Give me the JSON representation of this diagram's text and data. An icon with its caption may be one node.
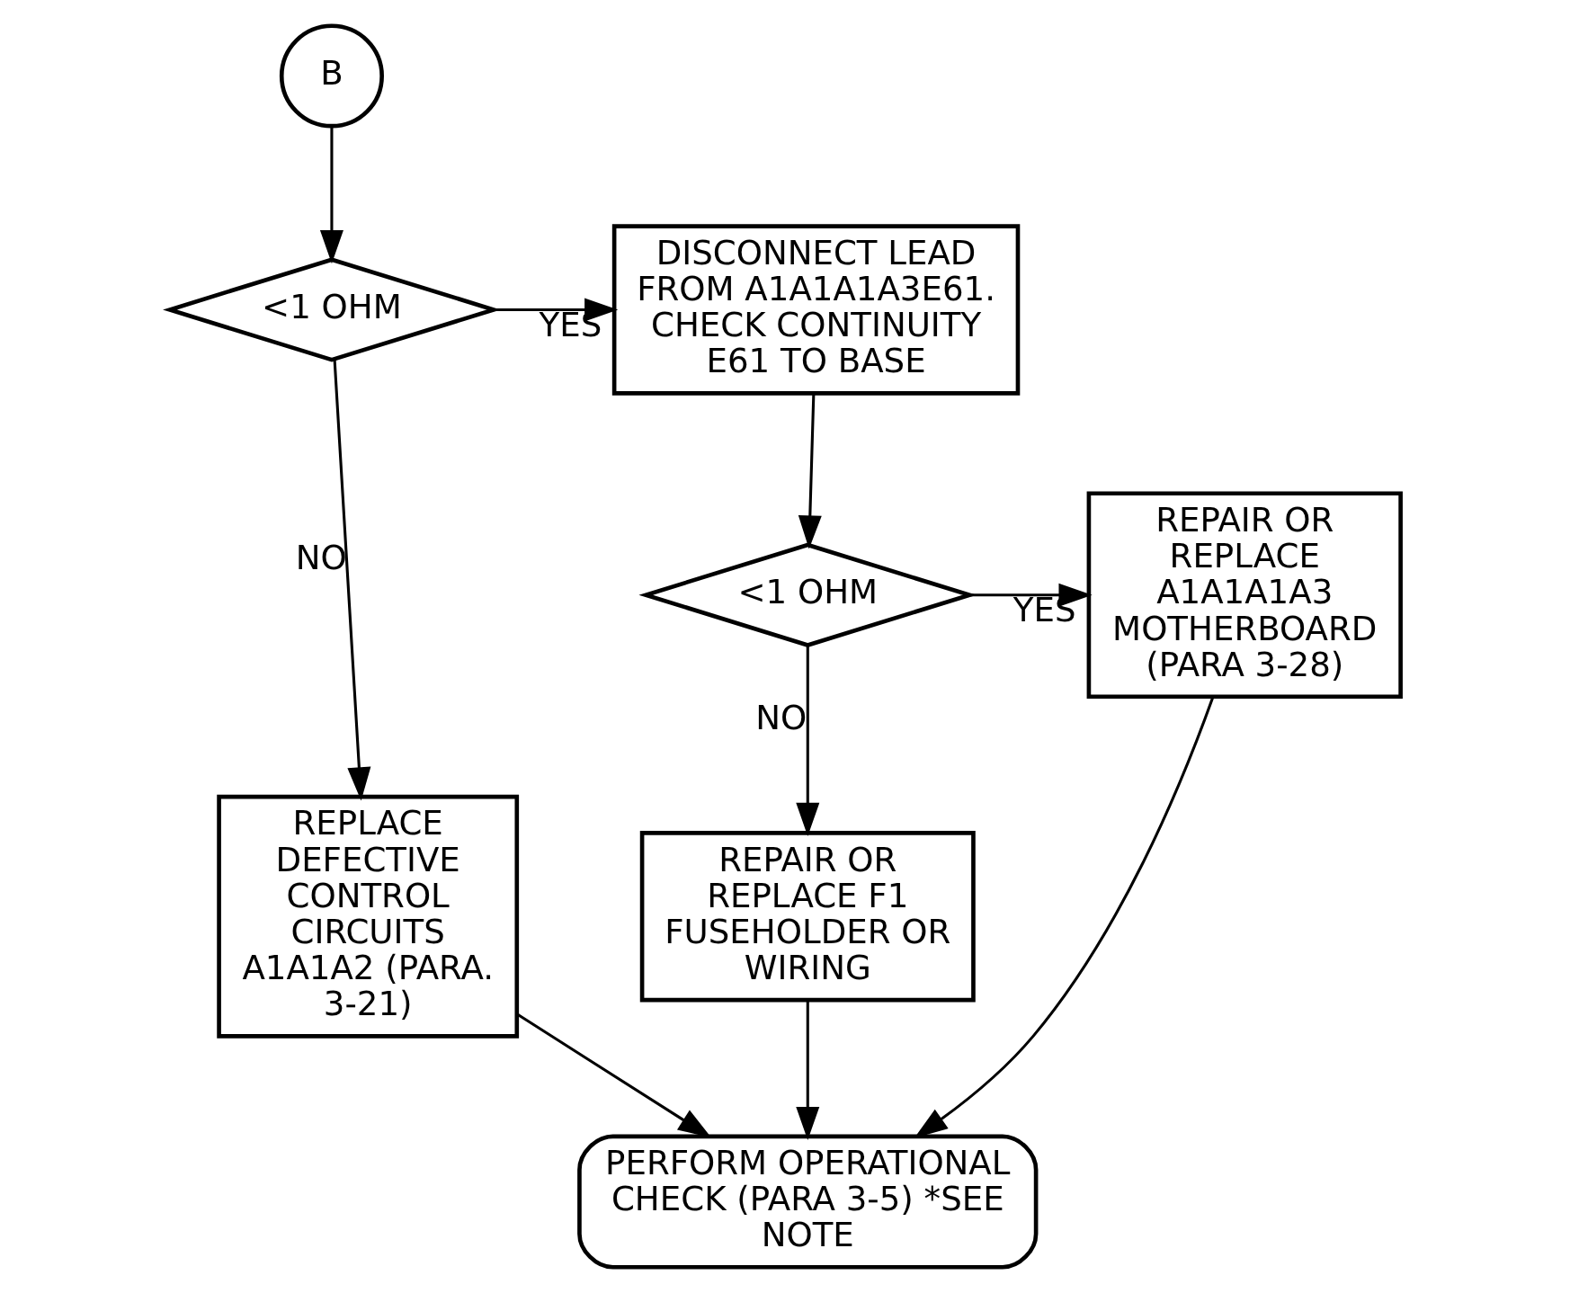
{
  "diagram": {
    "nodes": [
      {
        "text": [
          "B"
        ]
      },
      {
        "text": [
          "<1 OHM"
        ]
      },
      {
        "text": [
          "DISCONNECT LEAD FROM A1A1A1A3E61. CHECK CONTINUITY E61 TO BASE"
        ]
      },
      {
        "text": [
          "REPLACE DEFECTIVE CONTROL CIRCUITS A1A1A2 (PARA. 3-21)"
        ]
      },
      {
        "text": [
          "<1 OHM"
        ]
      },
      {
        "text": [
          "REPAIR OR REPLACE A1A1A1A3 MOTHERBOARD (PARA 3-28)"
        ]
      },
      {
        "text": [
          "REPAIR OR REPLACE F1 FUSEHOLDER OR WIRING"
        ]
      },
      {
        "text": [
          "PERFORM OPERATIONAL CHECK (PARA 3-5) *SEE NOTE"
        ]
      }
    ],
    "edges": [
      {
        "from": 0,
        "to": 1,
        "arrow": "to"
      },
      {
        "from": 1,
        "to": 2,
        "arrow": "to",
        "label": "YES"
      },
      {
        "from": 1,
        "to": 3,
        "arrow": "to",
        "label": "NO"
      },
      {
        "from": 2,
        "to": 4,
        "arrow": "to"
      },
      {
        "from": 4,
        "to": 5,
        "arrow": "to",
        "label": "YES"
      },
      {
        "from": 4,
        "to": 6,
        "arrow": "to",
        "label": "NO"
      },
      {
        "from": 3,
        "to": 7,
        "arrow": "to"
      },
      {
        "from": 6,
        "to": 7,
        "arrow": "to"
      },
      {
        "from": 5,
        "to": 7,
        "arrow": "to"
      }
    ]
  }
}
